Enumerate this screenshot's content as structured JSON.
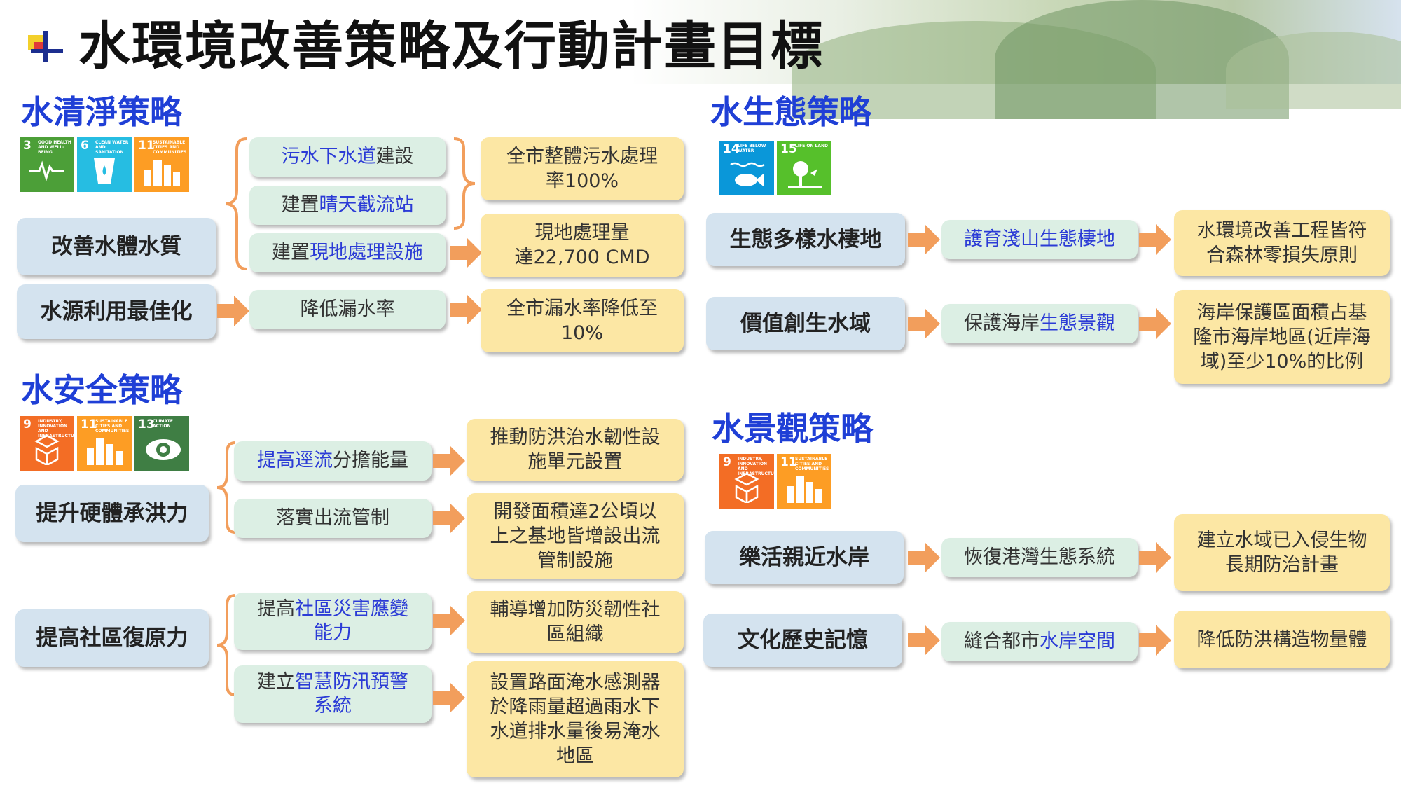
{
  "title": "水環境改善策略及行動計畫目標",
  "colors": {
    "section_title": "#1f3fd6",
    "strategy_box": "#d4e3ef",
    "action_box": "#dcefe4",
    "target_box": "#fce7a4",
    "arrow": "#f29e5c",
    "highlight": "#2b3bd6"
  },
  "sections": {
    "clean": {
      "title": "水清淨策略",
      "sdgs": [
        {
          "num": "3",
          "label": "GOOD HEALTH AND WELL-BEING",
          "color": "#4c9f38",
          "icon": "heartbeat-icon"
        },
        {
          "num": "6",
          "label": "CLEAN WATER AND SANITATION",
          "color": "#26bde2",
          "icon": "water-glass-icon"
        },
        {
          "num": "11",
          "label": "SUSTAINABLE CITIES AND COMMUNITIES",
          "color": "#fd9d24",
          "icon": "city-icon"
        }
      ],
      "strategies": [
        "改善水體水質",
        "水源利用最佳化"
      ],
      "actions": [
        [
          "污水下",
          "水道",
          "建設"
        ],
        [
          "建置",
          "晴天截流站",
          ""
        ],
        [
          "建置",
          "現地處理設施",
          ""
        ],
        [
          "降低漏水率",
          "",
          ""
        ]
      ],
      "targets": [
        "全市整體污水處理\n率100%",
        "現地處理量\n達22,700 CMD",
        "全市漏水率降低至\n10%"
      ]
    },
    "safety": {
      "title": "水安全策略",
      "sdgs": [
        {
          "num": "9",
          "label": "INDUSTRY, INNOVATION AND INFRASTRUCTURE",
          "color": "#f36d25",
          "icon": "cubes-icon"
        },
        {
          "num": "11",
          "label": "SUSTAINABLE CITIES AND COMMUNITIES",
          "color": "#fd9d24",
          "icon": "city-icon"
        },
        {
          "num": "13",
          "label": "CLIMATE ACTION",
          "color": "#3f7e44",
          "icon": "eye-globe-icon"
        }
      ],
      "strategies": [
        "提升硬體承洪力",
        "提高社區復原力"
      ],
      "actions": [
        [
          "",
          "提高逕流",
          "分擔能量"
        ],
        [
          "落實出流管制",
          "",
          ""
        ],
        [
          "提高",
          "社區災害應變\n能力",
          ""
        ],
        [
          "建立",
          "智慧防汛預警\n系統",
          ""
        ]
      ],
      "targets": [
        "推動防洪治水韌性設\n施單元設置",
        "開發面積達2公頃以\n上之基地皆增設出流\n管制設施",
        "輔導增加防災韌性社\n區組織",
        "設置路面淹水感測器\n於降雨量超過雨水下\n水道排水量後易淹水\n地區"
      ]
    },
    "ecology": {
      "title": "水生態策略",
      "sdgs": [
        {
          "num": "14",
          "label": "LIFE BELOW WATER",
          "color": "#0a97d9",
          "icon": "fish-icon"
        },
        {
          "num": "15",
          "label": "LIFE ON LAND",
          "color": "#56c02b",
          "icon": "tree-icon"
        }
      ],
      "strategies": [
        "生態多樣水棲地",
        "價值創生水域"
      ],
      "actions": [
        [
          "",
          "護育淺山生態棲地",
          ""
        ],
        [
          "保護海岸",
          "生態景觀",
          ""
        ]
      ],
      "targets": [
        "水環境改善工程皆符\n合森林零損失原則",
        "海岸保護區面積占基\n隆市海岸地區(近岸海\n域)至少10%的比例"
      ]
    },
    "landscape": {
      "title": "水景觀策略",
      "sdgs": [
        {
          "num": "9",
          "label": "INDUSTRY, INNOVATION AND INFRASTRUCTURE",
          "color": "#f36d25",
          "icon": "cubes-icon"
        },
        {
          "num": "11",
          "label": "SUSTAINABLE CITIES AND COMMUNITIES",
          "color": "#fd9d24",
          "icon": "city-icon"
        }
      ],
      "strategies": [
        "樂活親近水岸",
        "文化歷史記憶"
      ],
      "actions": [
        [
          "恢復港灣生態系統",
          "",
          ""
        ],
        [
          "縫合都市",
          "水岸空間",
          ""
        ]
      ],
      "targets": [
        "建立水域已入侵生物\n長期防治計畫",
        "降低防洪構造物量體"
      ]
    }
  }
}
